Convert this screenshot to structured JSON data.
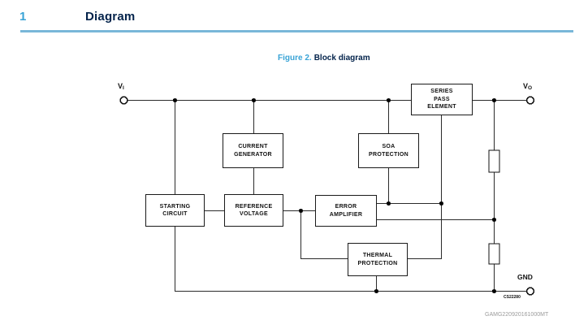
{
  "header": {
    "number": "1",
    "title": "Diagram"
  },
  "figure_caption": {
    "label": "Figure 2.",
    "title": "Block diagram"
  },
  "colors": {
    "accent_blue": "#39a3d6",
    "dark_navy": "#03234b",
    "rule_blue": "#79b7d9",
    "wire_black": "#2b2b2b",
    "watermark_gray": "#9b9b9b"
  },
  "diagram": {
    "terminals": {
      "vin": {
        "base": "V",
        "sub": "I"
      },
      "vout": {
        "base": "V",
        "sub": "O"
      },
      "gnd": {
        "label": "GND"
      }
    },
    "blocks": {
      "series_pass": {
        "lines": [
          "SERIES",
          "PASS",
          "ELEMENT"
        ]
      },
      "current_generator": {
        "lines": [
          "CURRENT",
          "GENERATOR"
        ]
      },
      "soa_protection": {
        "lines": [
          "SOA",
          "PROTECTION"
        ]
      },
      "starting_circuit": {
        "lines": [
          "STARTING",
          "CIRCUIT"
        ]
      },
      "reference_voltage": {
        "lines": [
          "REFERENCE",
          "VOLTAGE"
        ]
      },
      "error_amplifier": {
        "lines": [
          "ERROR",
          "AMPLIFIER"
        ]
      },
      "thermal_protection": {
        "lines": [
          "THERMAL",
          "PROTECTION"
        ]
      }
    },
    "figure_code": "CS22280",
    "watermark": "GAMG220920161000MT"
  }
}
